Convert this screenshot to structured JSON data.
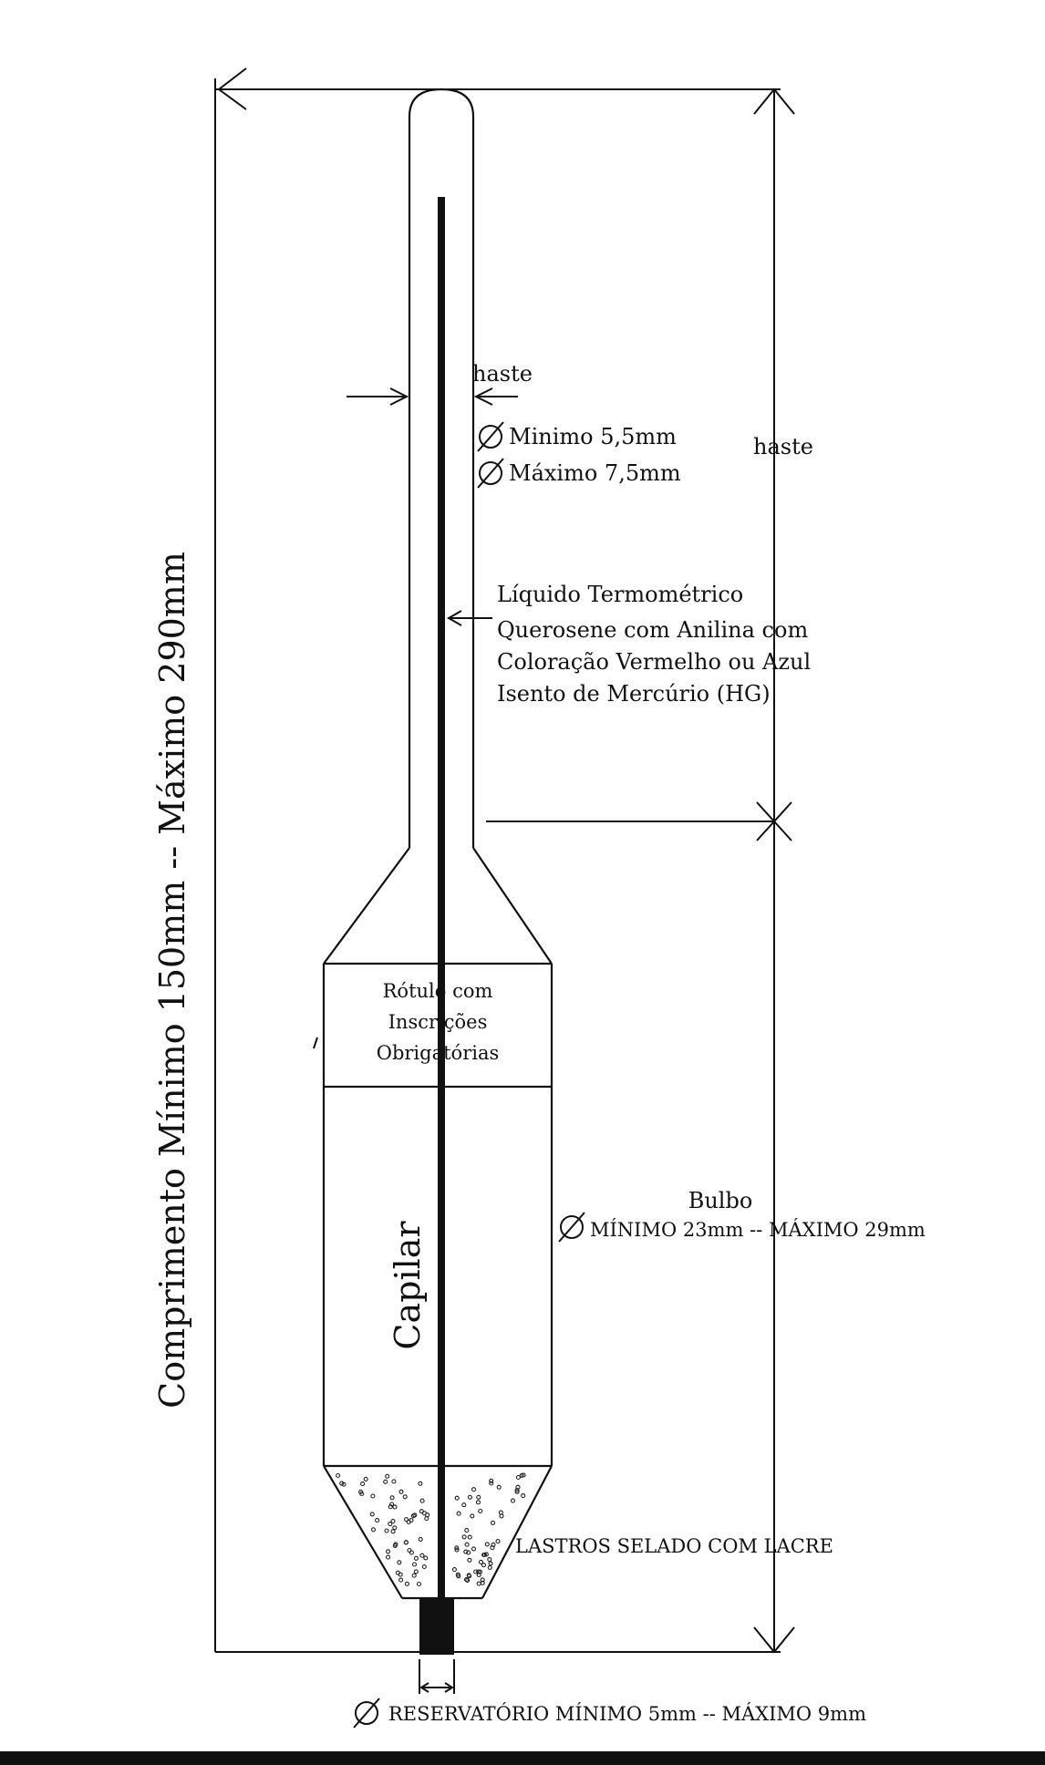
{
  "labels": {
    "haste_small": "haste",
    "haste_right": "haste",
    "diam_min": "Minimo 5,5mm",
    "diam_max": "Máximo 7,5mm",
    "liquid_1": "Líquido Termométrico",
    "liquid_2": "Querosene com Anilina com",
    "liquid_3": "Coloração Vermelho ou Azul",
    "liquid_4": "Isento de Mercúrio (HG)",
    "rotulo_1": "Rótulo com",
    "rotulo_2": "Inscrições",
    "rotulo_3": "Obrigatórias",
    "bulbo": "Bulbo",
    "bulbo_dims": "MÍNIMO 23mm -- MÁXIMO 29mm",
    "capilar": "Capilar",
    "lastros": "LASTROS SELADO COM LACRE",
    "reservatorio": "RESERVATÓRIO MÍNIMO 5mm -- MÁXIMO 9mm",
    "comprimento": "Comprimento Mínimo 150mm   --   Máximo 290mm"
  }
}
